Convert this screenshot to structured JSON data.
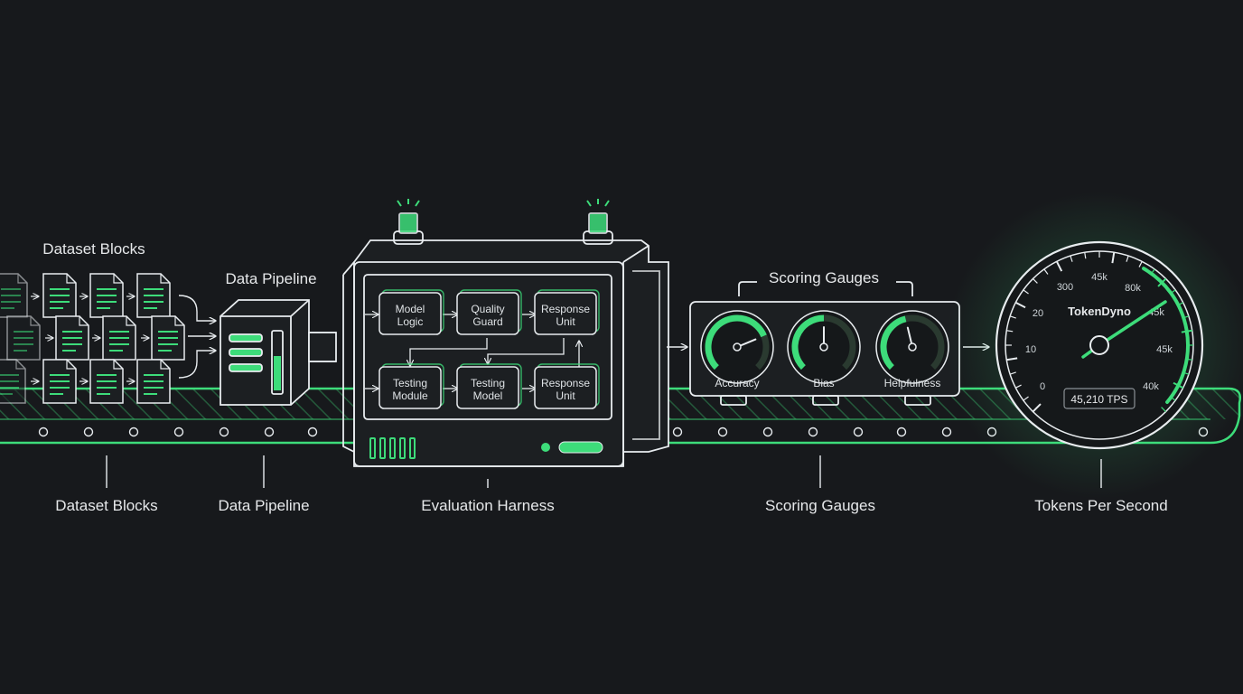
{
  "top_labels": {
    "dataset": "Dataset Blocks",
    "pipeline": "Data Pipeline",
    "gauges": "Scoring Gauges"
  },
  "bottom_labels": {
    "dataset": "Dataset Blocks",
    "pipeline": "Data Pipeline",
    "harness": "Evaluation Harness",
    "gauges": "Scoring Gauges",
    "tps": "Tokens Per Second"
  },
  "harness_modules": [
    {
      "line1": "Model",
      "line2": "Logic"
    },
    {
      "line1": "Quality",
      "line2": "Guard"
    },
    {
      "line1": "Response",
      "line2": "Unit"
    },
    {
      "line1": "Testing",
      "line2": "Module"
    },
    {
      "line1": "Testing",
      "line2": "Model"
    },
    {
      "line1": "Response",
      "line2": "Unit"
    }
  ],
  "gauges": [
    {
      "label": "Accuracy",
      "level": 0.75
    },
    {
      "label": "Bias",
      "level": 0.5
    },
    {
      "label": "Helpfulness",
      "level": 0.45
    }
  ],
  "speedometer": {
    "brand": "TokenDyno",
    "readout": "45,210 TPS",
    "ticks": [
      "0",
      "10",
      "20",
      "300",
      "45k",
      "80k",
      "45k",
      "45k",
      "40k"
    ]
  },
  "colors": {
    "background": "#17191c",
    "accent": "#3ddc7a",
    "line": "#e8ecef"
  }
}
